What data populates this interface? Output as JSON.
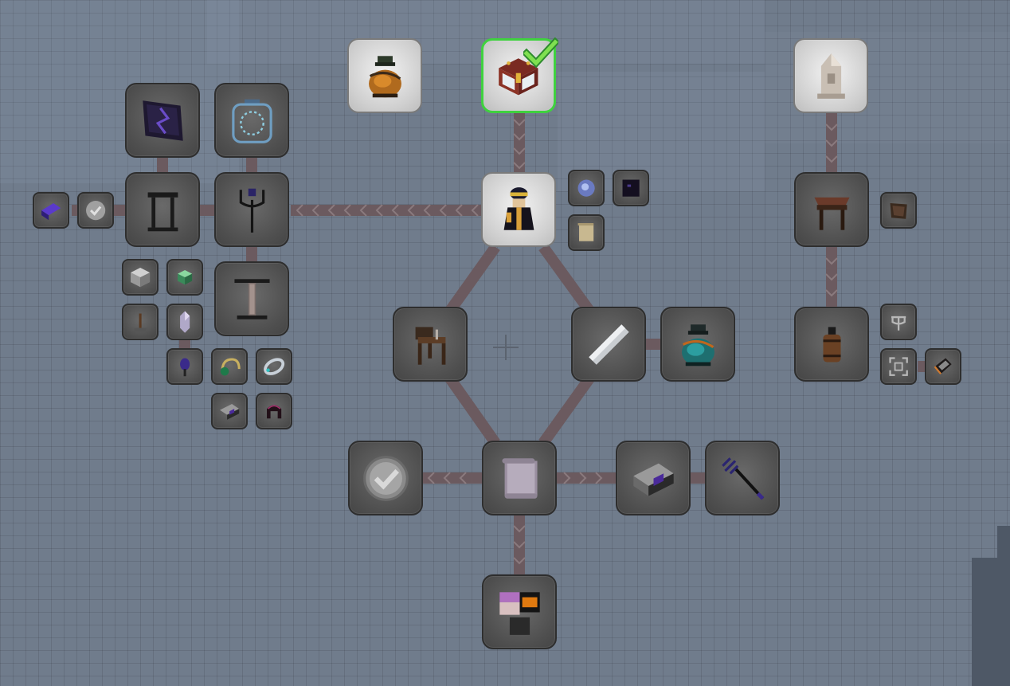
{
  "screen": {
    "background_color": "#707c8c",
    "connector_color": "#6b5a5f",
    "selected_color": "#3fd13f"
  },
  "quest_tree": {
    "center_marker_icon": "crosshair-icon",
    "nodes": [
      {
        "id": "loot-bag-orange",
        "icon": "loot-bag-orange-icon",
        "state": "completed",
        "size": "big"
      },
      {
        "id": "treasure-chest",
        "icon": "treasure-chest-icon",
        "state": "selected",
        "size": "big"
      },
      {
        "id": "stone-obelisk",
        "icon": "stone-obelisk-icon",
        "state": "completed",
        "size": "big"
      },
      {
        "id": "rune-banner",
        "icon": "rune-banner-icon",
        "state": "locked",
        "size": "big"
      },
      {
        "id": "magic-jar",
        "icon": "magic-jar-icon",
        "state": "locked",
        "size": "big"
      },
      {
        "id": "wizard",
        "icon": "wizard-icon",
        "state": "completed",
        "size": "big"
      },
      {
        "id": "stone-gate",
        "icon": "stone-gate-icon",
        "state": "locked",
        "size": "big"
      },
      {
        "id": "trident",
        "icon": "trident-icon",
        "state": "locked",
        "size": "big"
      },
      {
        "id": "pedestal",
        "icon": "pedestal-icon",
        "state": "locked",
        "size": "big"
      },
      {
        "id": "writing-desk",
        "icon": "writing-desk-icon",
        "state": "locked",
        "size": "big"
      },
      {
        "id": "silver-rod",
        "icon": "silver-rod-icon",
        "state": "locked",
        "size": "big"
      },
      {
        "id": "loot-bag-teal",
        "icon": "loot-bag-teal-icon",
        "state": "locked",
        "size": "big"
      },
      {
        "id": "workbench",
        "icon": "workbench-icon",
        "state": "locked",
        "size": "big"
      },
      {
        "id": "barrel",
        "icon": "barrel-icon",
        "state": "locked",
        "size": "big"
      },
      {
        "id": "checkmark-task",
        "icon": "checkmark-icon",
        "state": "locked",
        "size": "big"
      },
      {
        "id": "paper-scroll",
        "icon": "paper-scroll-icon",
        "state": "locked",
        "size": "big"
      },
      {
        "id": "spellbook",
        "icon": "spellbook-icon",
        "state": "locked",
        "size": "big"
      },
      {
        "id": "pitchfork",
        "icon": "pitchfork-icon",
        "state": "locked",
        "size": "big"
      },
      {
        "id": "player-head",
        "icon": "player-head-icon",
        "state": "locked",
        "size": "big"
      }
    ],
    "small_nodes": [
      {
        "id": "ender-pearl",
        "icon": "ender-pearl-icon"
      },
      {
        "id": "obsidian-block",
        "icon": "obsidian-block-icon"
      },
      {
        "id": "scroll-small",
        "icon": "scroll-icon"
      },
      {
        "id": "purple-book",
        "icon": "purple-book-icon"
      },
      {
        "id": "checkmark-small",
        "icon": "checkmark-icon"
      },
      {
        "id": "iron-block",
        "icon": "iron-block-icon"
      },
      {
        "id": "glass-block",
        "icon": "glass-block-icon"
      },
      {
        "id": "lever",
        "icon": "lever-icon"
      },
      {
        "id": "crystal",
        "icon": "crystal-icon"
      },
      {
        "id": "feather-quill",
        "icon": "feather-quill-icon"
      },
      {
        "id": "emerald-bracelet",
        "icon": "emerald-bracelet-icon"
      },
      {
        "id": "silver-ring",
        "icon": "silver-ring-icon"
      },
      {
        "id": "enchanted-book",
        "icon": "enchanted-book-icon"
      },
      {
        "id": "dark-helmet",
        "icon": "dark-helmet-icon"
      },
      {
        "id": "wooden-sign",
        "icon": "wooden-sign-icon"
      },
      {
        "id": "candelabra",
        "icon": "candelabra-icon"
      },
      {
        "id": "target-frame",
        "icon": "target-frame-icon"
      },
      {
        "id": "stone-tablet",
        "icon": "stone-tablet-icon"
      }
    ]
  }
}
